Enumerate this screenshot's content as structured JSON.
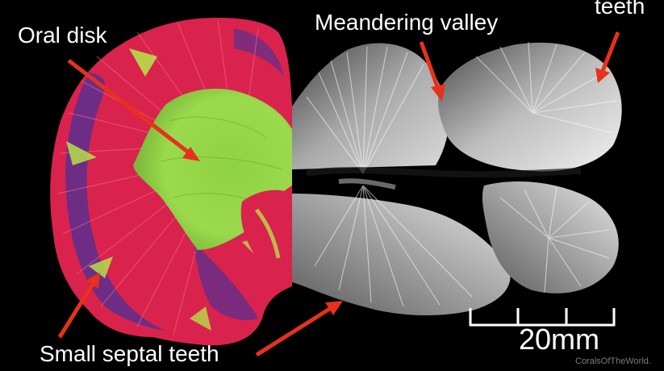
{
  "labels": {
    "oral_disk": "Oral disk",
    "meandering_valley": "Meandering valley",
    "teeth": "teeth",
    "small_septal_teeth": "Small septal teeth"
  },
  "scale_bar": {
    "label": "20mm"
  },
  "credit": "CoralsOfTheWorld.",
  "colors": {
    "background": "#000000",
    "arrow": "#e8301c",
    "label_text": "#ffffff",
    "coral_red": "#e0284a",
    "coral_purple": "#5a2f8a",
    "coral_green": "#9fd24a",
    "skeleton": "#d9d9d9"
  }
}
